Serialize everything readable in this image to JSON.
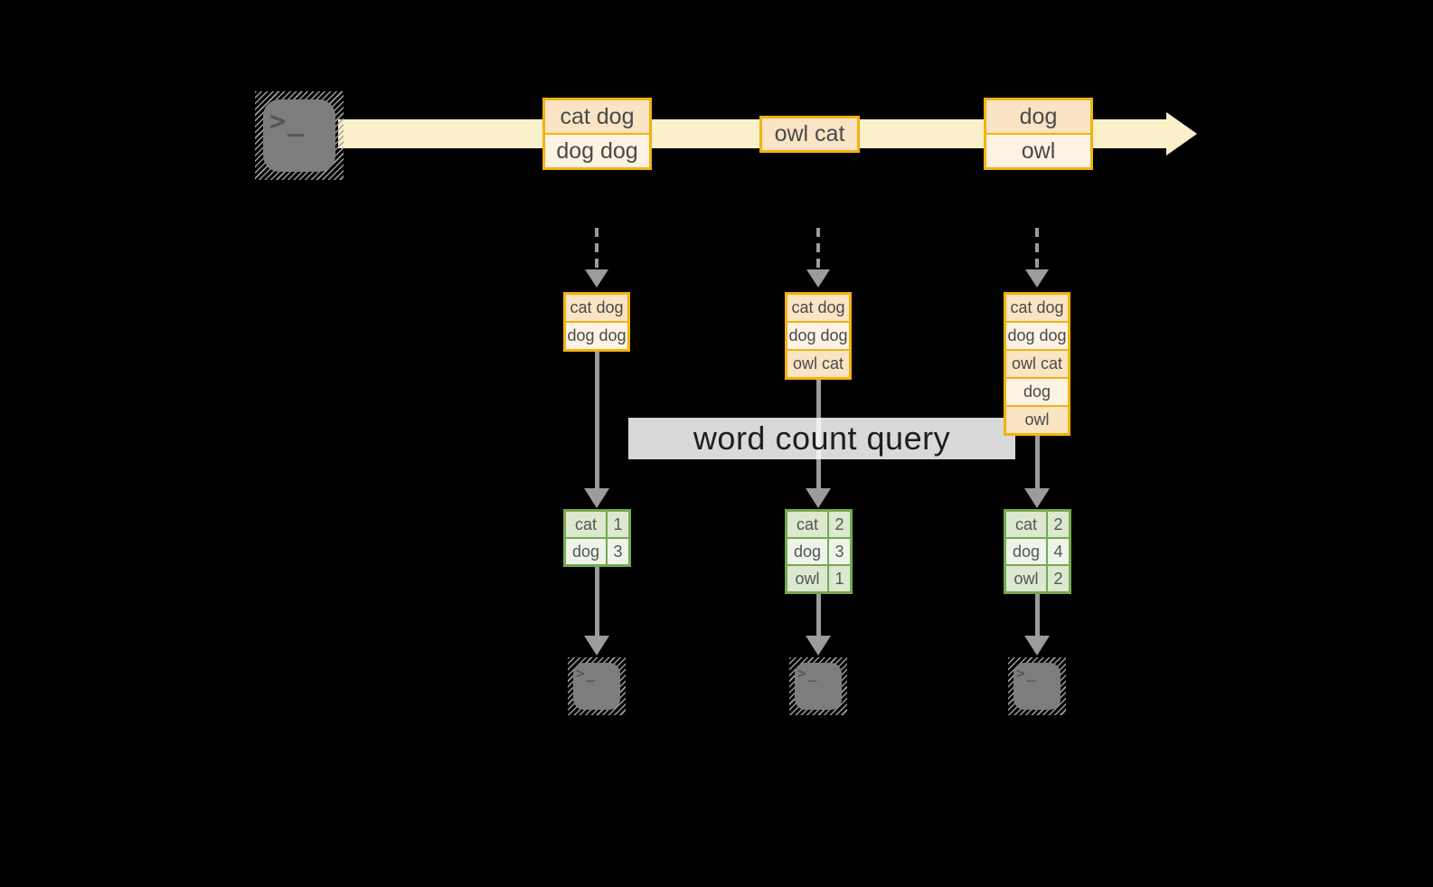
{
  "stream": {
    "source_prompt": ">_",
    "events": [
      {
        "lines": [
          "cat dog",
          "dog dog"
        ]
      },
      {
        "lines": [
          "owl cat"
        ]
      },
      {
        "lines": [
          "dog",
          "owl"
        ]
      }
    ]
  },
  "query": {
    "label": "word count query"
  },
  "columns": [
    {
      "buffer": [
        "cat dog",
        "dog dog"
      ],
      "counts": [
        {
          "word": "cat",
          "value": "1"
        },
        {
          "word": "dog",
          "value": "3"
        }
      ],
      "sink_prompt": ">_"
    },
    {
      "buffer": [
        "cat dog",
        "dog dog",
        "owl cat"
      ],
      "counts": [
        {
          "word": "cat",
          "value": "2"
        },
        {
          "word": "dog",
          "value": "3"
        },
        {
          "word": "owl",
          "value": "1"
        }
      ],
      "sink_prompt": ">_"
    },
    {
      "buffer": [
        "cat dog",
        "dog dog",
        "owl cat",
        "dog",
        "owl"
      ],
      "counts": [
        {
          "word": "cat",
          "value": "2"
        },
        {
          "word": "dog",
          "value": "4"
        },
        {
          "word": "owl",
          "value": "2"
        }
      ],
      "sink_prompt": ">_"
    }
  ],
  "colors": {
    "band": "#FAF0C9",
    "orange_border": "#F2B211",
    "peach_cell": "#FAE4C4",
    "cream_cell": "#FCF3E3",
    "green_border": "#76A94F",
    "green_dark_cell": "#DCE8D0",
    "green_light_cell": "#EFF4EA",
    "arrow_gray": "#9B9B9B",
    "background": "#000000"
  }
}
